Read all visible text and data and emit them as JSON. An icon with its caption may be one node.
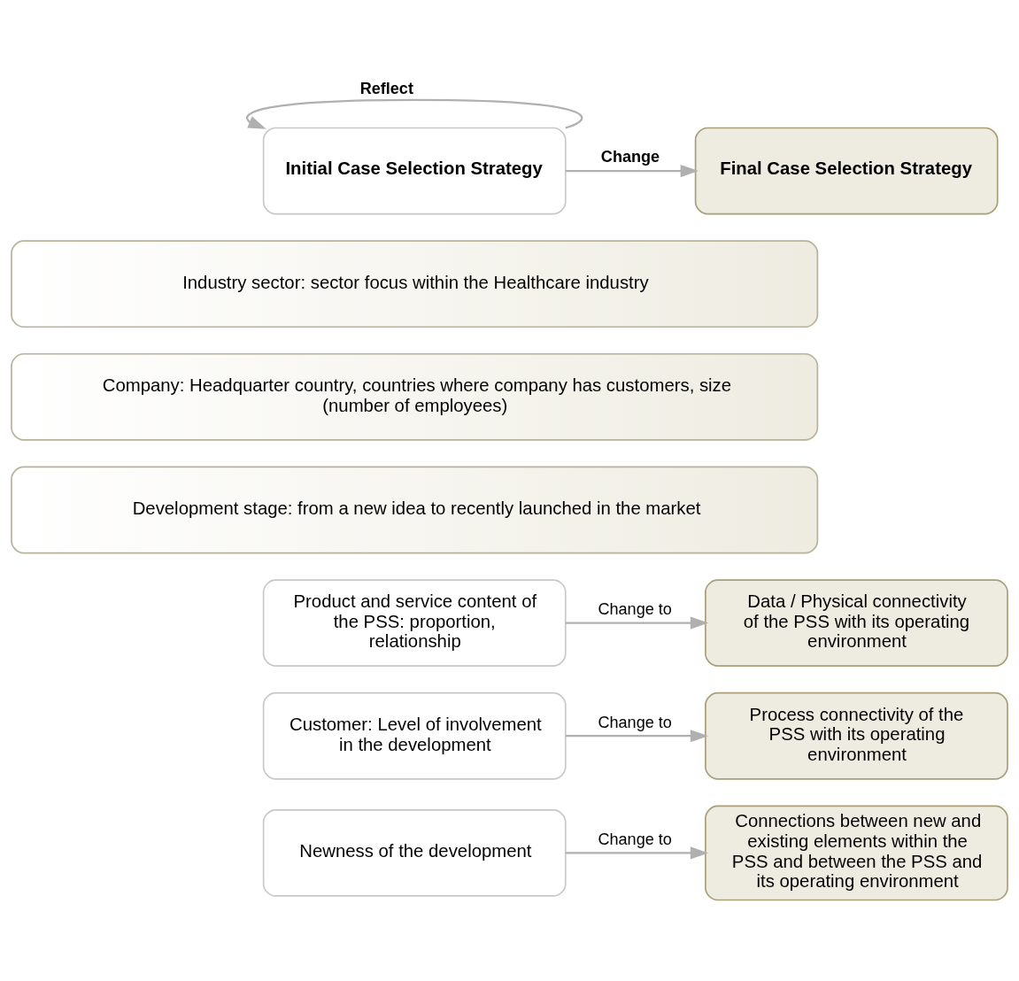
{
  "diagram": {
    "nodes": [
      {
        "text": [
          "Initial Case Selection Strategy"
        ]
      },
      {
        "text": [
          "Final Case Selection Strategy"
        ]
      },
      {
        "text": [
          "Industry sector: sector focus within the Healthcare industry"
        ]
      },
      {
        "text": [
          "Company: Headquarter country, countries where company has customers, size (number of employees)"
        ]
      },
      {
        "text": [
          "Development stage: from a new idea to recently launched in the market"
        ]
      },
      {
        "text": [
          "Product and service content of the PSS: proportion, relationship"
        ]
      },
      {
        "text": [
          "Data / Physical connectivity of the PSS with its operating environment"
        ]
      },
      {
        "text": [
          "Customer: Level of involvement in the development"
        ]
      },
      {
        "text": [
          "Process connectivity of the PSS with its operating environment"
        ]
      },
      {
        "text": [
          "Newness of the development"
        ]
      },
      {
        "text": [
          "Connections between new and existing elements within the PSS and between the PSS and its operating environment"
        ]
      }
    ],
    "edges": [
      {
        "from": 0,
        "to": 0,
        "arrow": "to",
        "label": "Reflect"
      },
      {
        "from": 0,
        "to": 1,
        "arrow": "to",
        "label": "Change"
      },
      {
        "from": 5,
        "to": 6,
        "arrow": "to",
        "label": "Change to"
      },
      {
        "from": 7,
        "to": 8,
        "arrow": "to",
        "label": "Change to"
      },
      {
        "from": 9,
        "to": 10,
        "arrow": "to",
        "label": "Change to"
      }
    ]
  }
}
